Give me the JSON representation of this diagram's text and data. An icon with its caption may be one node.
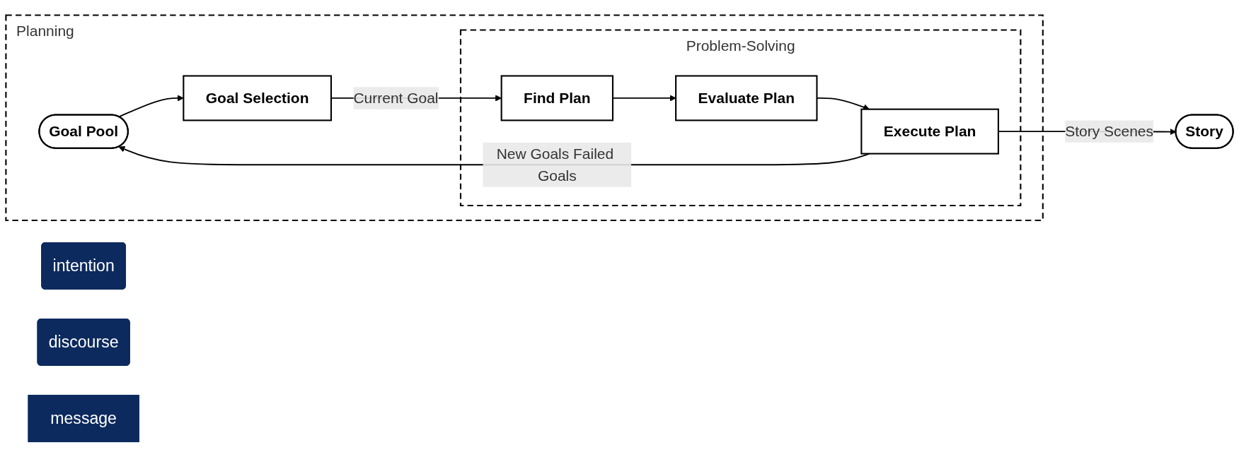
{
  "diagram": {
    "nodes": [
      {
        "text": [
          "Planning"
        ]
      },
      {
        "text": [
          "Goal Pool"
        ],
        "in": 0
      },
      {
        "text": [
          "Goal Selection"
        ],
        "in": 0
      },
      {
        "text": [
          "Problem-Solving"
        ],
        "in": 0
      },
      {
        "text": [
          "Find Plan"
        ],
        "in": 3
      },
      {
        "text": [
          "Evaluate Plan"
        ],
        "in": 3
      },
      {
        "text": [
          "Execute Plan"
        ],
        "in": 3
      },
      {
        "text": [
          "Story"
        ]
      },
      {
        "text": [
          "intention"
        ]
      },
      {
        "text": [
          "discourse"
        ]
      },
      {
        "text": [
          "message"
        ]
      }
    ],
    "edges": [
      {
        "from": 1,
        "to": 2,
        "arrow": "to"
      },
      {
        "from": 2,
        "to": 4,
        "arrow": "to",
        "label": "Current Goal"
      },
      {
        "from": 4,
        "to": 5,
        "arrow": "to"
      },
      {
        "from": 5,
        "to": 6,
        "arrow": "to"
      },
      {
        "from": 6,
        "to": 1,
        "arrow": "to",
        "label": "New Goals Failed Goals"
      },
      {
        "from": 6,
        "to": 7,
        "arrow": "to",
        "label": "Story Scenes"
      }
    ]
  }
}
